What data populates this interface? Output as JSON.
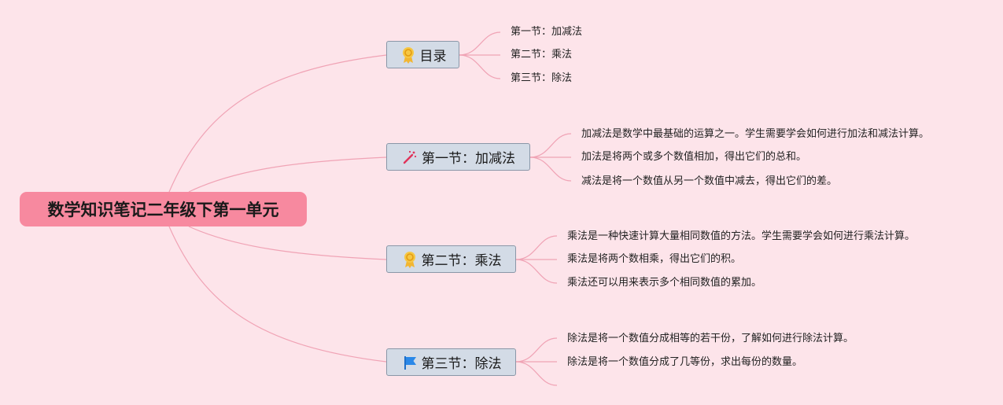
{
  "root": {
    "title": "数学知识笔记二年级下第一单元"
  },
  "branches": [
    {
      "label": "目录",
      "icon": "award-ribbon-icon",
      "items": [
        "第一节：加减法",
        "第二节：乘法",
        "第三节：除法"
      ]
    },
    {
      "label": "第一节：加减法",
      "icon": "magic-wand-icon",
      "items": [
        "加减法是数学中最基础的运算之一。学生需要学会如何进行加法和减法计算。",
        "加法是将两个或多个数值相加，得出它们的总和。",
        "减法是将一个数值从另一个数值中减去，得出它们的差。"
      ]
    },
    {
      "label": "第二节：乘法",
      "icon": "award-ribbon-icon",
      "items": [
        "乘法是一种快速计算大量相同数值的方法。学生需要学会如何进行乘法计算。",
        "乘法是将两个数相乘，得出它们的积。",
        "乘法还可以用来表示多个相同数值的累加。"
      ]
    },
    {
      "label": "第三节：除法",
      "icon": "blue-flag-icon",
      "items": [
        "除法是将一个数值分成相等的若干份，了解如何进行除法计算。",
        "除法是将一个数值分成了几等份，求出每份的数量。",
        ""
      ]
    }
  ],
  "colors": {
    "background": "#fde4ea",
    "root_fill": "#f7899f",
    "topic_fill": "#d3dbe6",
    "topic_border": "#8a97a8",
    "connector": "#f0a3b5"
  }
}
